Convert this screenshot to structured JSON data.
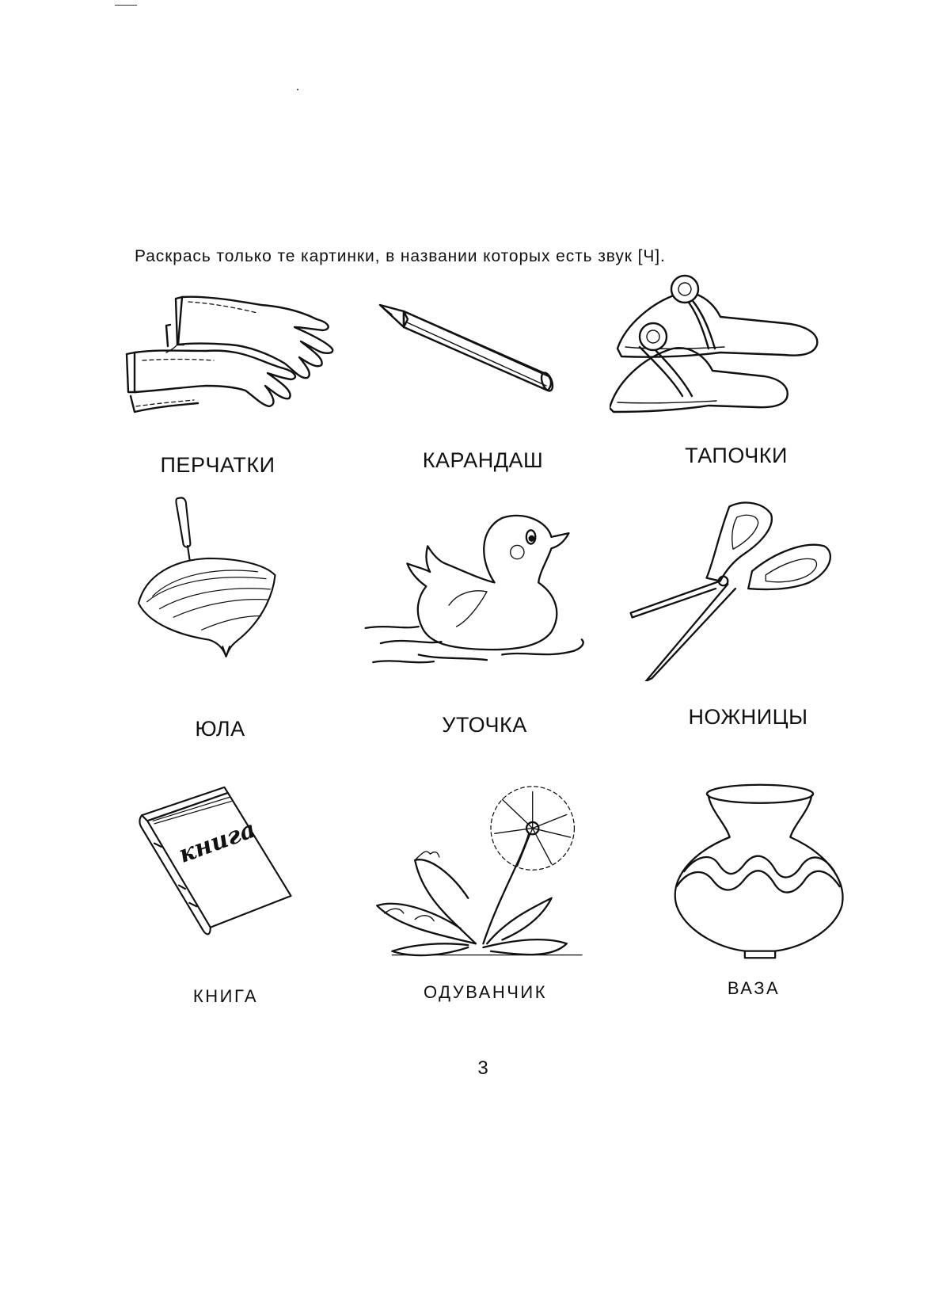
{
  "instruction": "Раскрась только те картинки, в названии которых есть звук [Ч].",
  "items": [
    {
      "label": "ПЕРЧАТКИ",
      "icon": "gloves-icon"
    },
    {
      "label": "КАРАНДАШ",
      "icon": "pencil-icon"
    },
    {
      "label": "ТАПОЧКИ",
      "icon": "slippers-icon"
    },
    {
      "label": "ЮЛА",
      "icon": "spinning-top-icon"
    },
    {
      "label": "УТОЧКА",
      "icon": "duck-icon"
    },
    {
      "label": "НОЖНИЦЫ",
      "icon": "scissors-icon"
    },
    {
      "label": "КНИГА",
      "icon": "book-icon"
    },
    {
      "label": "ОДУВАНЧИК",
      "icon": "dandelion-icon"
    },
    {
      "label": "ВАЗА",
      "icon": "vase-icon"
    }
  ],
  "book_cover_text": "книга",
  "page_number": "3"
}
